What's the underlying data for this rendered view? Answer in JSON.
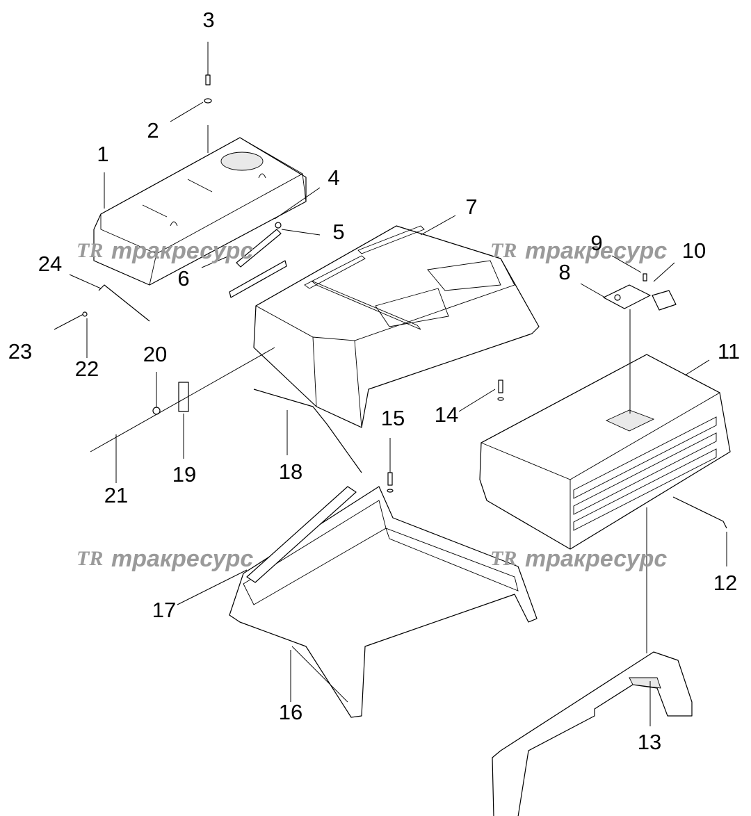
{
  "callouts": [
    "1",
    "2",
    "3",
    "4",
    "5",
    "6",
    "7",
    "8",
    "9",
    "10",
    "11",
    "12",
    "13",
    "14",
    "15",
    "16",
    "17",
    "18",
    "19",
    "20",
    "21",
    "22",
    "23",
    "24"
  ],
  "watermark": {
    "logo": "TR",
    "text": "тракресурс"
  },
  "colors": {
    "line": "#000000",
    "watermark": "#9a9a9a",
    "background": "#ffffff"
  }
}
